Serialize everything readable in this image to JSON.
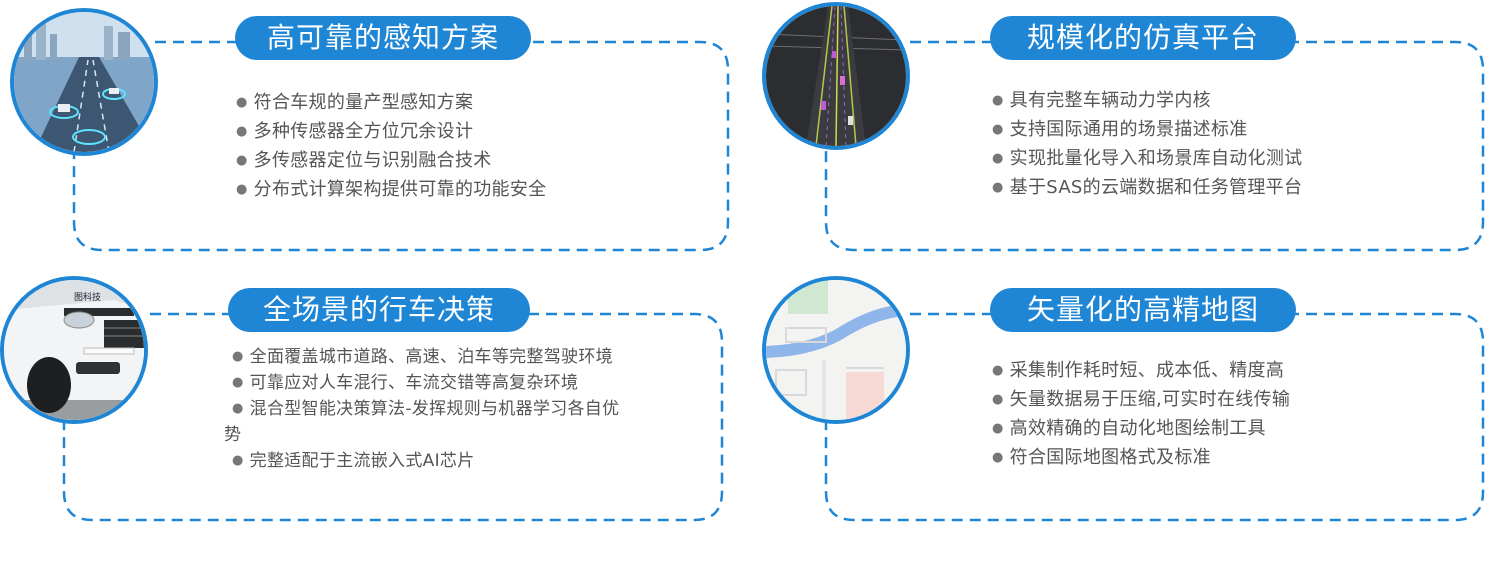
{
  "sections": [
    {
      "title": "高可靠的感知方案",
      "bullets": [
        "符合车规的量产型感知方案",
        "多种传感器全方位冗余设计",
        "多传感器定位与识别融合技术",
        "分布式计算架构提供可靠的功能安全"
      ]
    },
    {
      "title": "规模化的仿真平台",
      "bullets": [
        "具有完整车辆动力学内核",
        "支持国际通用的场景描述标准",
        "实现批量化导入和场景库自动化测试",
        "基于SAS的云端数据和任务管理平台"
      ]
    },
    {
      "title": "全场景的行车决策",
      "bullets": [
        "全面覆盖城市道路、高速、泊车等完整驾驶环境",
        "可靠应对人车混行、车流交错等高复杂环境",
        "混合型智能决策算法-发挥规则与机器学习各自优势",
        "完整适配于主流嵌入式AI芯片"
      ]
    },
    {
      "title": "矢量化的高精地图",
      "bullets": [
        "采集制作耗时短、成本低、精度高",
        "矢量数据易于压缩,可实时在线传输",
        "高效精确的自动化地图绘制工具",
        "符合国际地图格式及标准"
      ]
    }
  ],
  "colors": {
    "accent": "#1f86d6",
    "text": "#555555"
  },
  "icons": [
    "highway-sensing-photo",
    "simulation-lanes-image",
    "car-front-photo",
    "hd-map-image"
  ]
}
